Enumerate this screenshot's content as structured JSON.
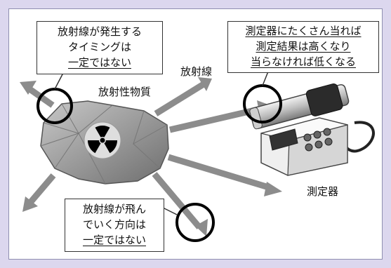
{
  "callouts": {
    "timing": {
      "lines": [
        "放射線が発生する",
        "タイミングは",
        "一定ではない"
      ]
    },
    "measurement": {
      "lines": [
        "測定器にたくさん当れば",
        "測定結果は高くなり",
        "当らなければ低くなる"
      ]
    },
    "direction": {
      "lines": [
        "放射線が飛ん",
        "でいく方向は",
        "一定ではない"
      ]
    }
  },
  "labels": {
    "radiation": "放射線",
    "radioactive_material": "放射性物質",
    "meter": "測定器"
  },
  "colors": {
    "background": "#dcd7ee",
    "arrow": "#8c8c8c",
    "rock": "#a0a0a0",
    "trefoil": "#000000"
  },
  "icons": {
    "radiation_symbol": "radiation-trefoil-icon",
    "meter_device": "survey-meter-icon"
  }
}
